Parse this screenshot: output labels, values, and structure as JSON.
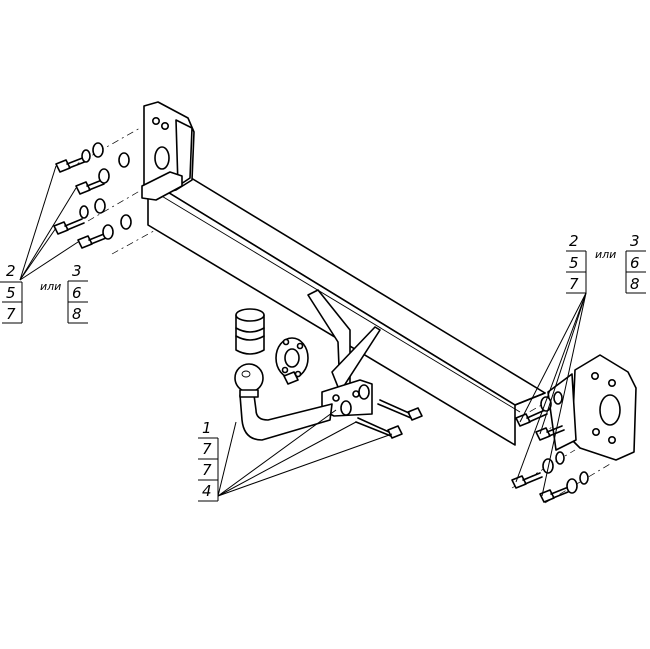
{
  "callouts": {
    "left": {
      "col_a": [
        "2",
        "5",
        "7"
      ],
      "or_word": "или",
      "col_b": [
        "3",
        "6",
        "8"
      ]
    },
    "right": {
      "col_a": [
        "2",
        "5",
        "7"
      ],
      "or_word": "или",
      "col_b": [
        "3",
        "6",
        "8"
      ]
    },
    "center": {
      "col_a": [
        "1",
        "7",
        "7",
        "4"
      ]
    }
  }
}
